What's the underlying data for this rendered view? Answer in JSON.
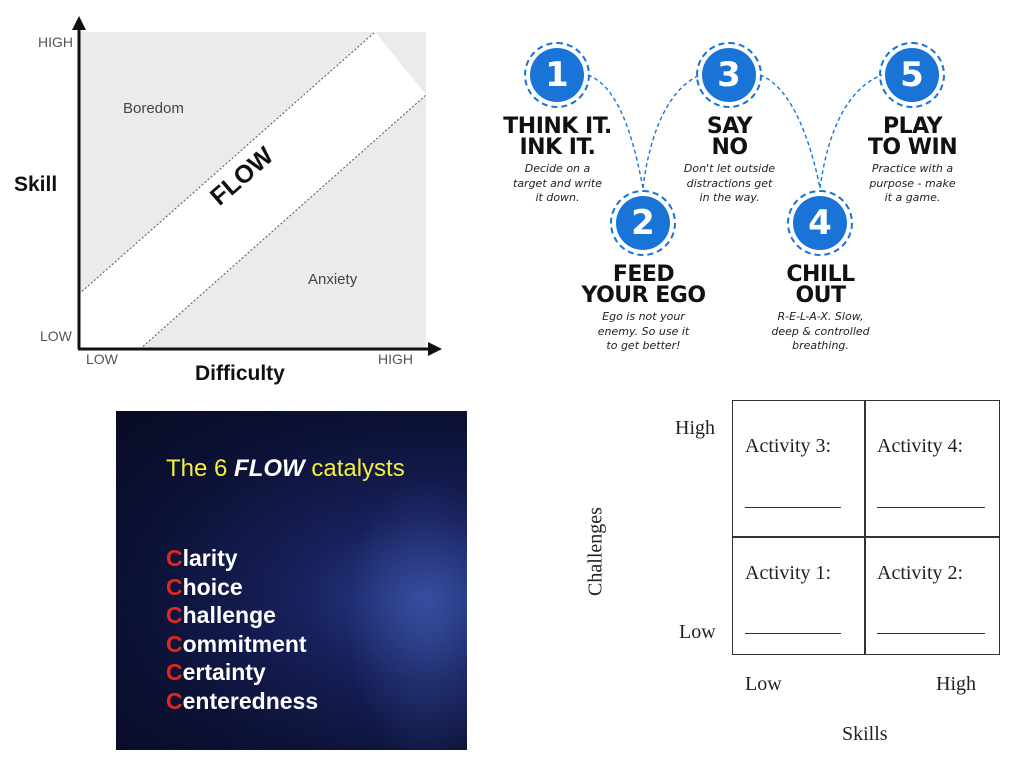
{
  "flow_chart": {
    "y_title": "Skill",
    "x_title": "Difficulty",
    "y_high": "HIGH",
    "y_low": "LOW",
    "x_low": "LOW",
    "x_high": "HIGH",
    "zone_top": "Boredom",
    "zone_mid": "FLOW",
    "zone_bottom": "Anxiety",
    "band_color": "#ebebeb"
  },
  "steps": {
    "accent": "#1a73d6",
    "items": [
      {
        "num": "1",
        "title_1": "THINK IT.",
        "title_2": "INK IT.",
        "desc_1": "Decide on a",
        "desc_2": "target and write",
        "desc_3": "it down."
      },
      {
        "num": "2",
        "title_1": "FEED",
        "title_2": "YOUR EGO",
        "desc_1": "Ego is not your",
        "desc_2": "enemy. So use it",
        "desc_3": "to get better!"
      },
      {
        "num": "3",
        "title_1": "SAY",
        "title_2": "NO",
        "desc_1": "Don't let outside",
        "desc_2": "distractions get",
        "desc_3": "in the way."
      },
      {
        "num": "4",
        "title_1": "CHILL",
        "title_2": "OUT",
        "desc_1": "R-E-L-A-X. Slow,",
        "desc_2": "deep & controlled",
        "desc_3": "breathing."
      },
      {
        "num": "5",
        "title_1": "PLAY",
        "title_2": "TO WIN",
        "desc_1": "Practice with a",
        "desc_2": "purpose - make",
        "desc_3": "it a game."
      }
    ]
  },
  "catalysts": {
    "title_pre": "The 6 ",
    "title_em": "FLOW",
    "title_post": " catalysts",
    "items": [
      {
        "first": "C",
        "rest": "larity"
      },
      {
        "first": "C",
        "rest": "hoice"
      },
      {
        "first": "C",
        "rest": "hallenge"
      },
      {
        "first": "C",
        "rest": "ommitment"
      },
      {
        "first": "C",
        "rest": "ertainty"
      },
      {
        "first": "C",
        "rest": "enteredness"
      }
    ]
  },
  "matrix": {
    "y_title": "Challenges",
    "x_title": "Skills",
    "y_high": "High",
    "y_low": "Low",
    "x_low": "Low",
    "x_high": "High",
    "cells": {
      "top_left": "Activity 3:",
      "top_right": "Activity 4:",
      "bottom_left": "Activity 1:",
      "bottom_right": "Activity 2:"
    }
  }
}
